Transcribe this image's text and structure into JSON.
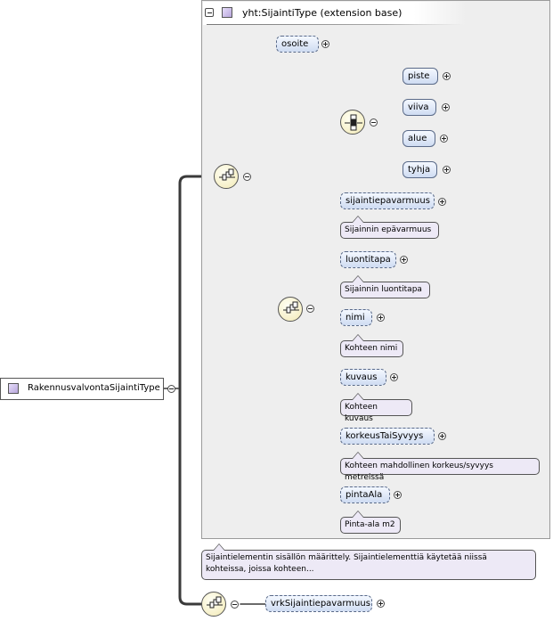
{
  "root": {
    "label": "RakennusvalvontaSijaintiType"
  },
  "extension": {
    "title": "yht:SijaintiType (extension base)"
  },
  "elements": {
    "osoite": "osoite",
    "piste": "piste",
    "viiva": "viiva",
    "alue": "alue",
    "tyhja": "tyhja",
    "sijaintiepavarmuus": "sijaintiepavarmuus",
    "luontitapa": "luontitapa",
    "nimi": "nimi",
    "kuvaus": "kuvaus",
    "korkeusTaiSyvyys": "korkeusTaiSyvyys",
    "pintaAla": "pintaAla",
    "vrkSijaintiepavarmuus": "vrkSijaintiepavarmuus"
  },
  "notes": {
    "sijaintiepavarmuus": "Sijainnin epävarmuus",
    "luontitapa": "Sijainnin luontitapa",
    "nimi": "Kohteen nimi",
    "kuvaus": "Kohteen kuvaus",
    "korkeusTaiSyvyys": "Kohteen mahdollinen korkeus/syvyys metreissä",
    "pintaAla": "Pinta-ala m2",
    "extension_line1": "Sijaintielementin sisällön määrittely. Sijaintielementtiä käytetää niissä",
    "extension_line2": "kohteissa, joissa kohteen..."
  }
}
